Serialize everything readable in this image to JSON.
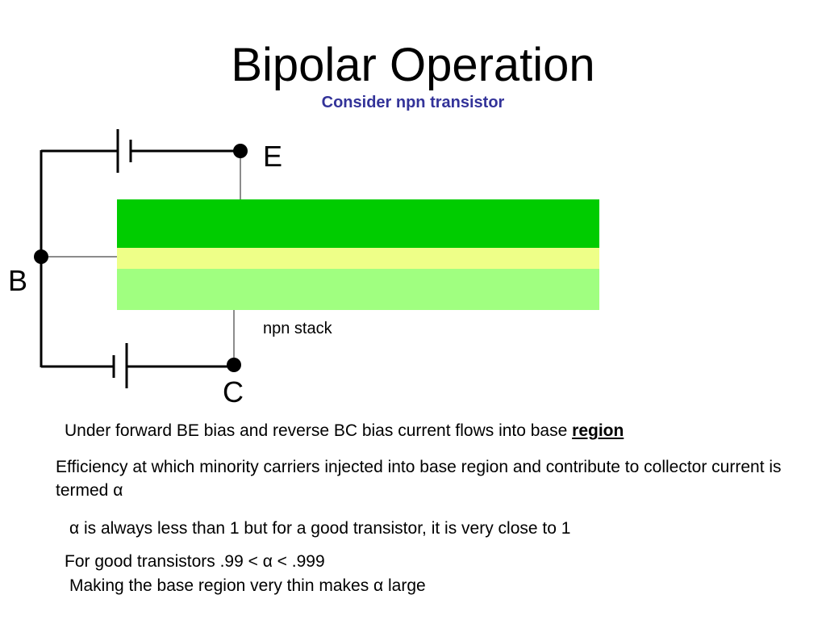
{
  "slide": {
    "title": "Bipolar Operation",
    "subtitle": "Consider npn transistor"
  },
  "diagram": {
    "terminals": {
      "emitter": "E",
      "base": "B",
      "collector": "C"
    },
    "stack_caption": "npn stack",
    "layers": [
      {
        "name": "emitter-n",
        "color": "#00cc00"
      },
      {
        "name": "base-p",
        "color": "#eeff88"
      },
      {
        "name": "collector-n",
        "color": "#a0ff80"
      }
    ],
    "wire_color": "#000000",
    "lead_color": "#666666"
  },
  "body": {
    "line1_text": "Under forward BE bias and reverse BC bias current flows into base ",
    "line1_emphasis": "region",
    "para2": "Efficiency at which minority carriers injected into base region and contribute to collector current is termed α",
    "line3": "α  is always less than 1 but for a good transistor, it is very close to 1",
    "line4": "For good transistors  .99 < α < .999",
    "line5": "Making the base region very thin makes α large"
  }
}
